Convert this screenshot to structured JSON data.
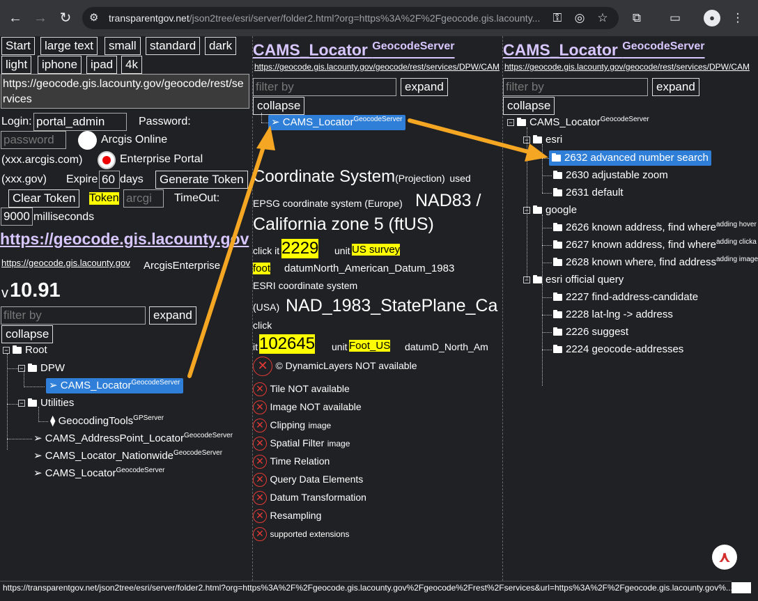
{
  "browser": {
    "url_host": "transparentgov.net",
    "url_path": "/json2tree/esri/server/folder2.html?org=https%3A%2F%2Fgeocode.gis.lacounty..."
  },
  "col1": {
    "presets": [
      "Start",
      "large text",
      "small",
      "standard",
      "dark",
      "light",
      "iphone",
      "ipad",
      "4k"
    ],
    "url_value": "https://geocode.gis.lacounty.gov/geocode/rest/services",
    "login_label": "Login:",
    "login_value": "portal_admin",
    "password_label": "Password:",
    "password_placeholder": "password",
    "arcgis_online": "Arcgis Online",
    "arcgis_domain": "(xxx.arcgis.com)",
    "enterprise_portal": "Enterprise Portal",
    "gov_domain": "(xxx.gov)",
    "expire_label": "Expire",
    "expire_value": "60",
    "days_label": "days",
    "generate_token": "Generate Token",
    "clear_token": "Clear Token",
    "token_label": "Token",
    "token_placeholder": "arcgi",
    "timeout_label": "TimeOut:",
    "timeout_value": "9000",
    "milliseconds": "milliseconds",
    "big_link": " https://geocode.gis.lacounty.gov",
    "small_link": "https://geocode.gis.lacounty.gov",
    "arcgis_enterprise": "ArcgisEnterprise",
    "version_prefix": "v",
    "version": "10.91",
    "filter_placeholder": "filter by",
    "expand": "expand",
    "collapse": "collapse",
    "tree": {
      "root": "Root",
      "dpw": "DPW",
      "cams_locator": "CAMS_Locator",
      "geocode_server": "GeocodeServer",
      "utilities": "Utilities",
      "geocoding_tools": "GeocodingTools",
      "gp_server": "GPServer",
      "addresspoint": "CAMS_AddressPoint_Locator",
      "nationwide": "CAMS_Locator_Nationwide",
      "cams_locator2": "CAMS_Locator"
    }
  },
  "col2": {
    "title": "CAMS_Locator",
    "title_sup": "GeocodeServer",
    "link": "https://geocode.gis.lacounty.gov/geocode/rest/services/DPW/CAM",
    "filter_placeholder": "filter by",
    "expand": "expand",
    "collapse": "collapse",
    "tree_item": "CAMS_Locator",
    "tree_item_sup": "GeocodeServer",
    "cs_title": "Coordinate System",
    "cs_projection": "(Projection)",
    "cs_used": "used",
    "epsg_label": "EPSG coordinate system (Europe)",
    "epsg_name_1": "NAD83 /",
    "epsg_name_2": "California zone 5 (ftUS)",
    "click_it": "click it",
    "wkid": "2229",
    "unit_label": "unit",
    "unit_value_1": "US survey",
    "unit_value_2": "foot",
    "datum_label": "datum",
    "datum_value": "North_American_Datum_1983",
    "esri_label": "ESRI coordinate system",
    "usa": "(USA)",
    "esri_name": "NAD_1983_StatePlane_Ca",
    "click": "click",
    "it": "it",
    "esri_wkid": "102645",
    "unit_label2": "unit",
    "unit_value2": "Foot_US",
    "datum_label2": "datum",
    "datum_value2": "D_North_Am",
    "caps": [
      {
        "text": "© DynamicLayers NOT available",
        "sub": ""
      },
      {
        "text": "Tile NOT available",
        "sub": ""
      },
      {
        "text": "Image NOT available",
        "sub": ""
      },
      {
        "text": "Clipping",
        "sub": "image"
      },
      {
        "text": "Spatial Filter",
        "sub": "image"
      },
      {
        "text": "Time Relation",
        "sub": ""
      },
      {
        "text": "Query Data Elements",
        "sub": ""
      },
      {
        "text": "Datum Transformation",
        "sub": ""
      },
      {
        "text": "Resampling",
        "sub": ""
      },
      {
        "text": "",
        "sub": "supported extensions"
      }
    ]
  },
  "col3": {
    "title": "CAMS_Locator",
    "title_sup": "GeocodeServer",
    "link": "https://geocode.gis.lacounty.gov/geocode/rest/services/DPW/CAM",
    "filter_placeholder": "filter by",
    "expand": "expand",
    "collapse": "collapse",
    "root": "CAMS_Locator",
    "root_sup": "GeocodeServer",
    "esri": "esri",
    "esri_items": [
      "2632 advanced number search",
      "2630 adjustable zoom",
      "2631 default"
    ],
    "google": "google",
    "google_items": [
      {
        "text": "2626 known address, find where",
        "sup": "adding hover"
      },
      {
        "text": "2627 known address, find where",
        "sup": "adding clicka"
      },
      {
        "text": "2628 known where, find address",
        "sup": "adding image"
      }
    ],
    "official": "esri official query",
    "official_items": [
      "2227 find-address-candidate",
      "2228 lat-lng -> address",
      "2226 suggest",
      "2224 geocode-addresses"
    ]
  },
  "status_url": "https://transparentgov.net/json2tree/esri/server/folder2.html?org=https%3A%2F%2Fgeocode.gis.lacounty.gov%2Fgeocode%2Frest%2Fservices&url=https%3A%2F%2Fgeocode.gis.lacounty.gov%...",
  "colors": {
    "accent_selection": "#2f7fd8",
    "highlight": "#ffff00",
    "arrow": "#f5a623",
    "error": "#e53935"
  }
}
